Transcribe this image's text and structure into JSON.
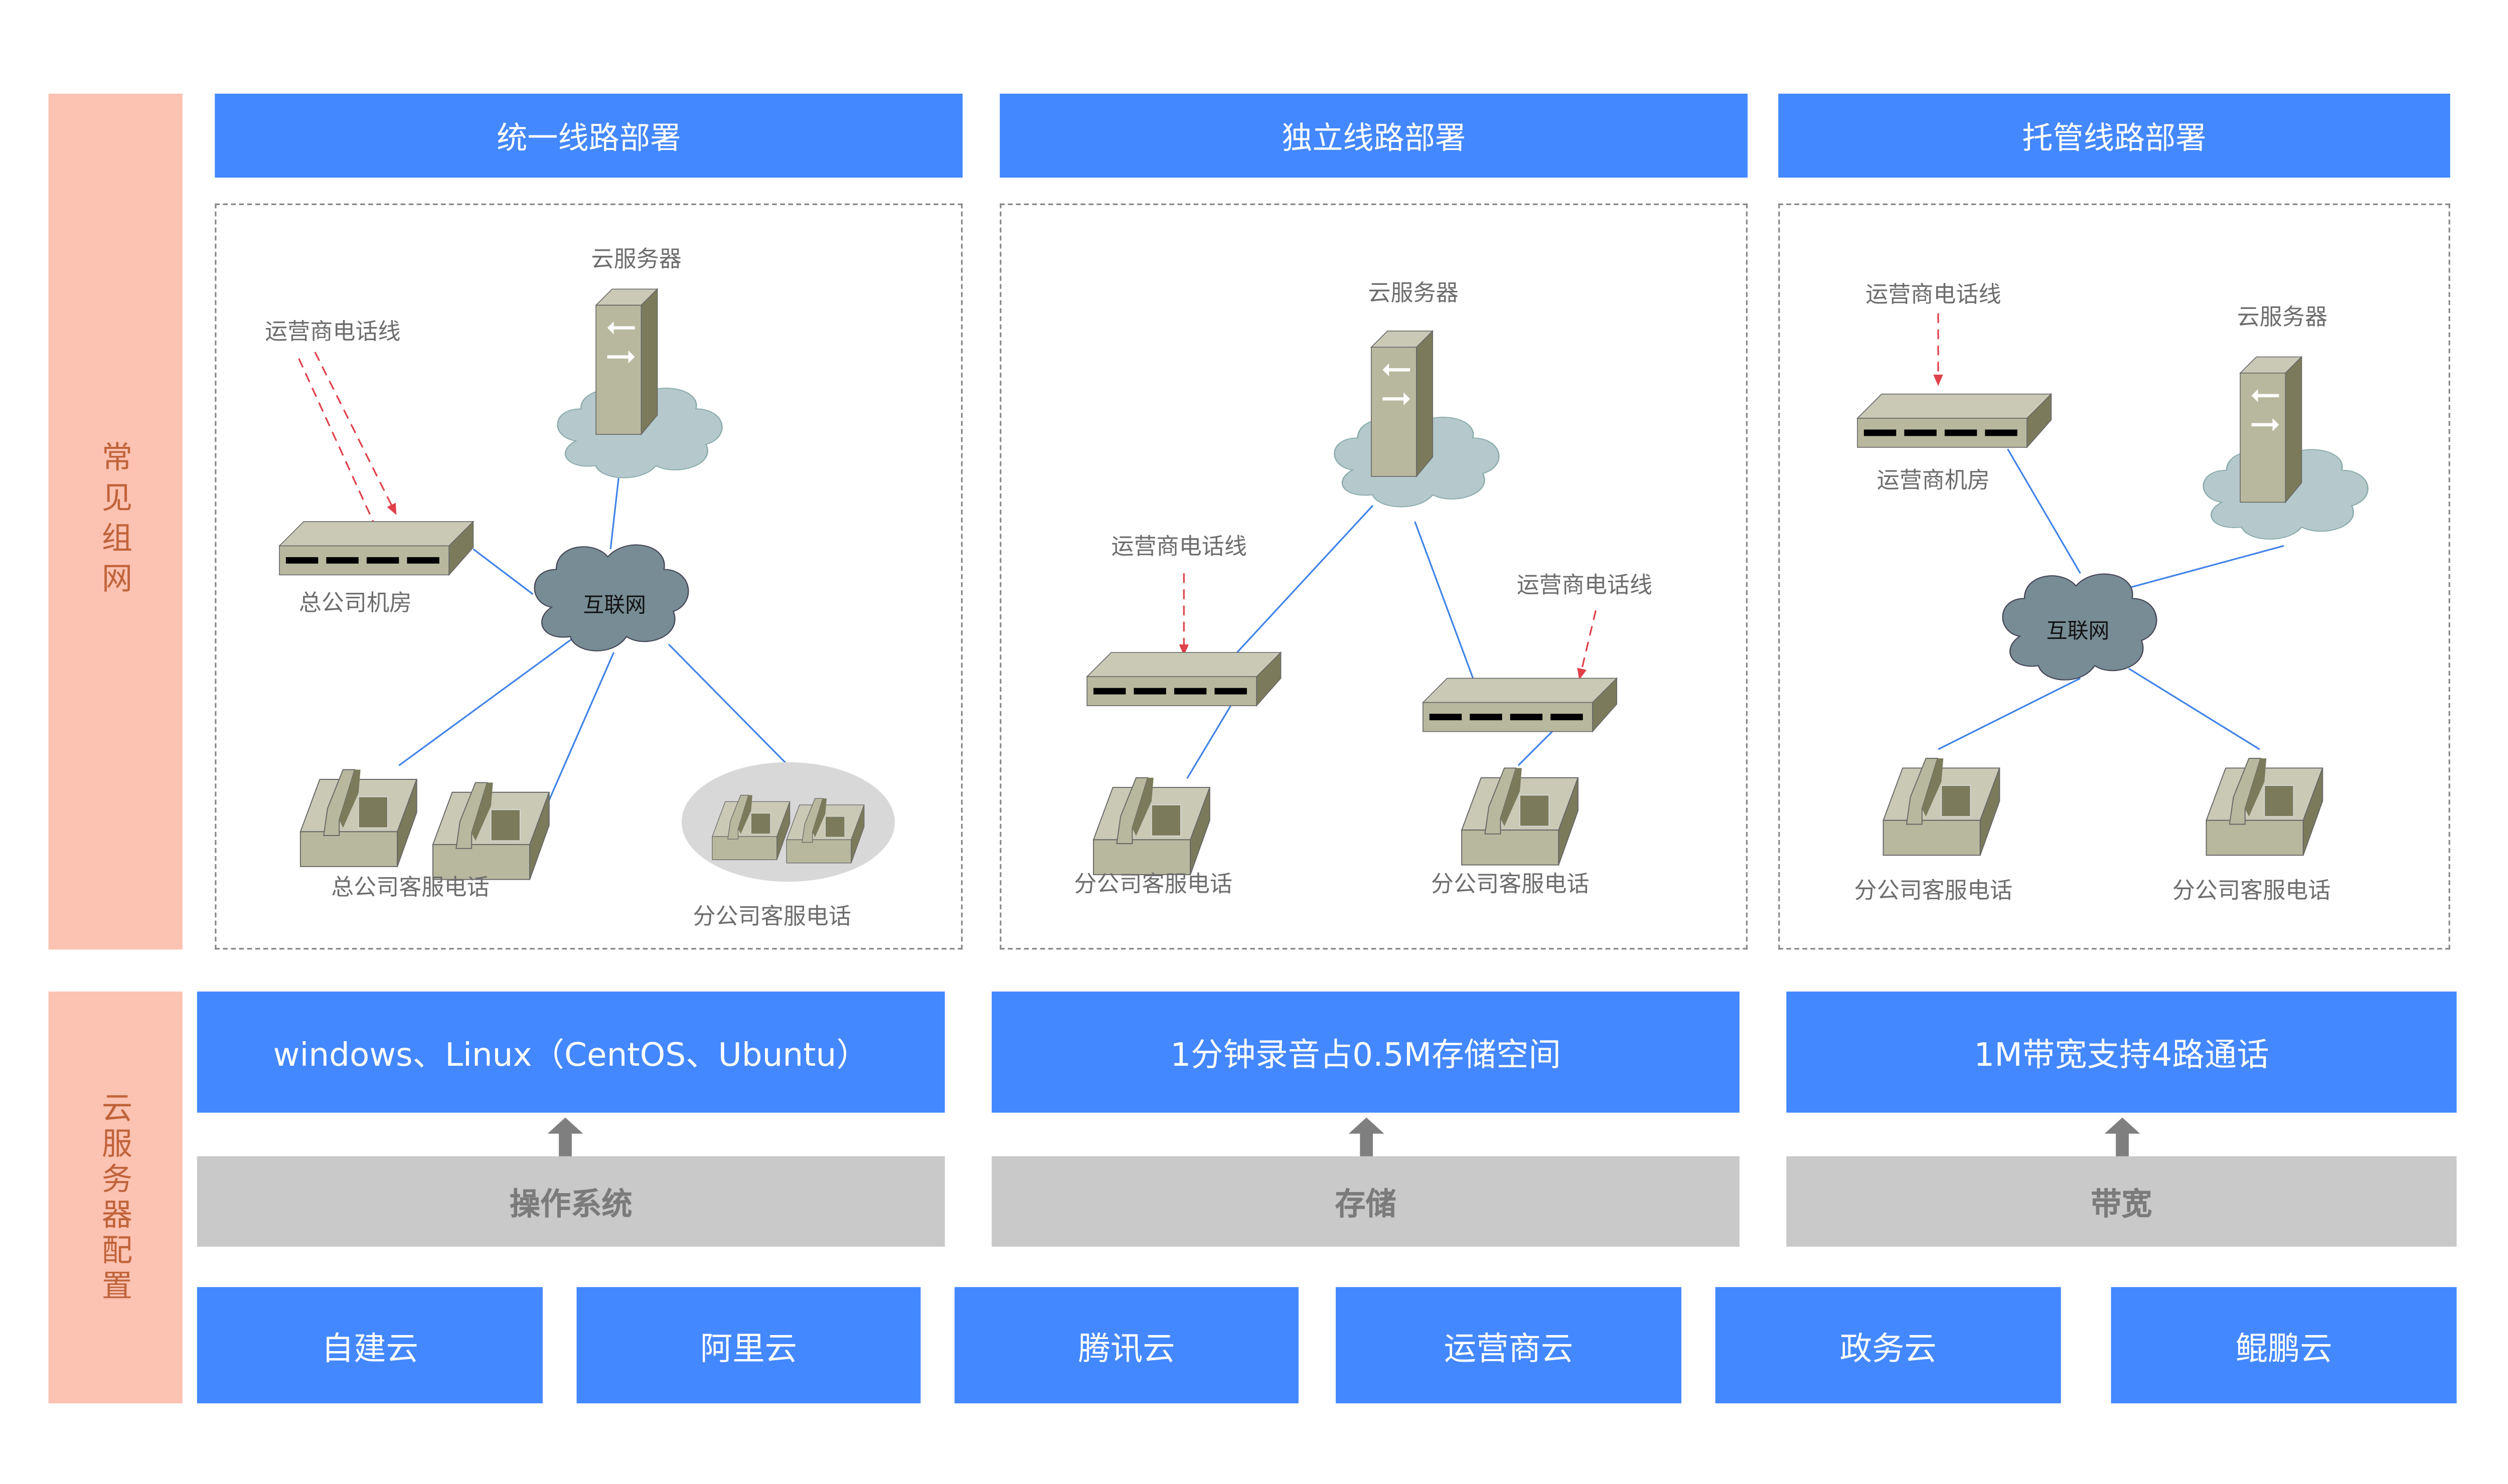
{
  "side_labels": {
    "networking": "常见组网",
    "cloud_config": "云服务器配置"
  },
  "deployments": [
    {
      "title": "统一线路部署",
      "labels": {
        "cloud_server": "云服务器",
        "carrier_line": "运营商电话线",
        "hq_room": "总公司机房",
        "internet": "互联网",
        "hq_phones": "总公司客服电话",
        "branch_phones": "分公司客服电话"
      }
    },
    {
      "title": "独立线路部署",
      "labels": {
        "cloud_server": "云服务器",
        "carrier_line_1": "运营商电话线",
        "carrier_line_2": "运营商电话线",
        "branch_phone_1": "分公司客服电话",
        "branch_phone_2": "分公司客服电话"
      }
    },
    {
      "title": "托管线路部署",
      "labels": {
        "carrier_line": "运营商电话线",
        "cloud_server": "云服务器",
        "carrier_room": "运营商机房",
        "internet": "互联网",
        "branch_phone_1": "分公司客服电话",
        "branch_phone_2": "分公司客服电话"
      }
    }
  ],
  "config": [
    {
      "spec": "windows、Linux（CentOS、Ubuntu）",
      "category": "操作系统"
    },
    {
      "spec": "1分钟录音占0.5M存储空间",
      "category": "存储"
    },
    {
      "spec": "1M带宽支持4路通话",
      "category": "带宽"
    }
  ],
  "providers": [
    "自建云",
    "阿里云",
    "腾讯云",
    "运营商云",
    "政务云",
    "鲲鹏云"
  ],
  "colors": {
    "primary_blue": "#4488ff",
    "side_bg": "#fcc2b2",
    "side_text": "#c0633a",
    "gray_box": "#c9c9c9",
    "link_line": "#3f82e8",
    "carrier_line": "#e0404a",
    "internet_cloud": "#778c95",
    "server_cloud": "#b5c8cb",
    "device_face": "#b8b89e"
  }
}
